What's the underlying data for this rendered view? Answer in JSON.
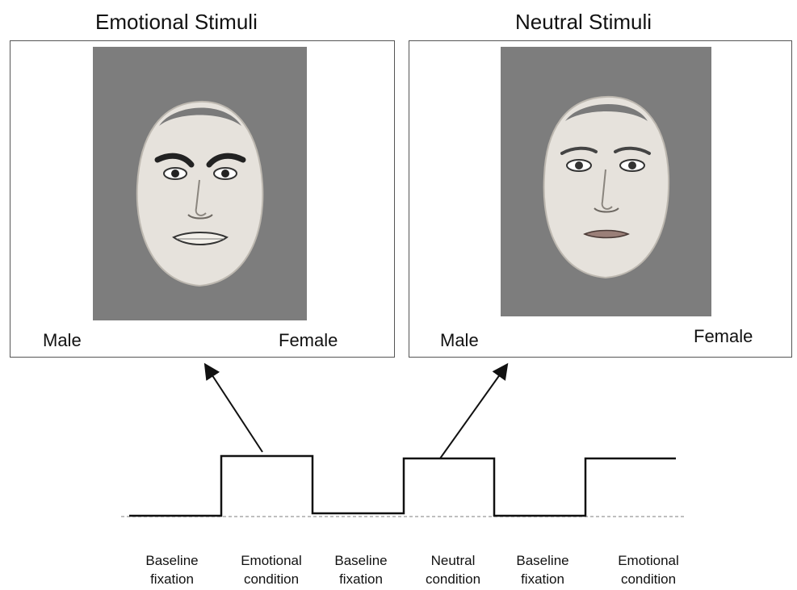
{
  "titles": {
    "emotional": "Emotional Stimuli",
    "neutral": "Neutral Stimuli"
  },
  "emotional_panel": {
    "left_label": "Male",
    "right_label": "Female",
    "face_expression": "angry"
  },
  "neutral_panel": {
    "left_label": "Male",
    "right_label": "Female",
    "face_expression": "neutral"
  },
  "timeline": {
    "phases": [
      {
        "line1": "Baseline",
        "line2": "fixation",
        "level": "low"
      },
      {
        "line1": "Emotional",
        "line2": "condition",
        "level": "high"
      },
      {
        "line1": "Baseline",
        "line2": "fixation",
        "level": "low"
      },
      {
        "line1": "Neutral",
        "line2": "condition",
        "level": "high"
      },
      {
        "line1": "Baseline",
        "line2": "fixation",
        "level": "low"
      },
      {
        "line1": "Emotional",
        "line2": "condition",
        "level": "high"
      }
    ]
  },
  "colors": {
    "stimulus_background": "#7d7d7d",
    "face": "#e6e2dc",
    "line": "#111111",
    "dashed_baseline": "#999999"
  }
}
